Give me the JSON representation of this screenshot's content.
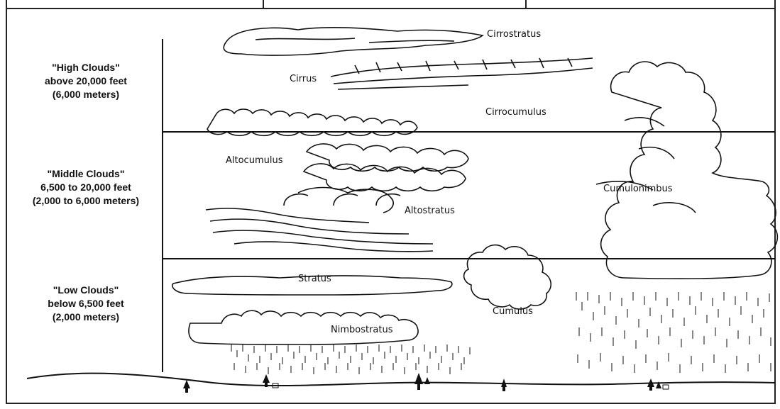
{
  "tiers": {
    "high": {
      "title": "\"High Clouds\"",
      "range": "above 20,000 feet",
      "metric": "(6,000 meters)"
    },
    "middle": {
      "title": "\"Middle Clouds\"",
      "range": "6,500 to 20,000 feet",
      "metric": "(2,000 to 6,000 meters)"
    },
    "low": {
      "title": "\"Low Clouds\"",
      "range": "below 6,500 feet",
      "metric": "(2,000 meters)"
    }
  },
  "clouds": {
    "cirrostratus": "Cirrostratus",
    "cirrus": "Cirrus",
    "cirrocumulus": "Cirrocumulus",
    "altocumulus": "Altocumulus",
    "altostratus": "Altostratus",
    "stratus": "Stratus",
    "nimbostratus": "Nimbostratus",
    "cumulus": "Cumulus",
    "cumulonimbus": "Cumulonimbus"
  },
  "colors": {
    "ink": "#111111",
    "background": "#ffffff"
  }
}
